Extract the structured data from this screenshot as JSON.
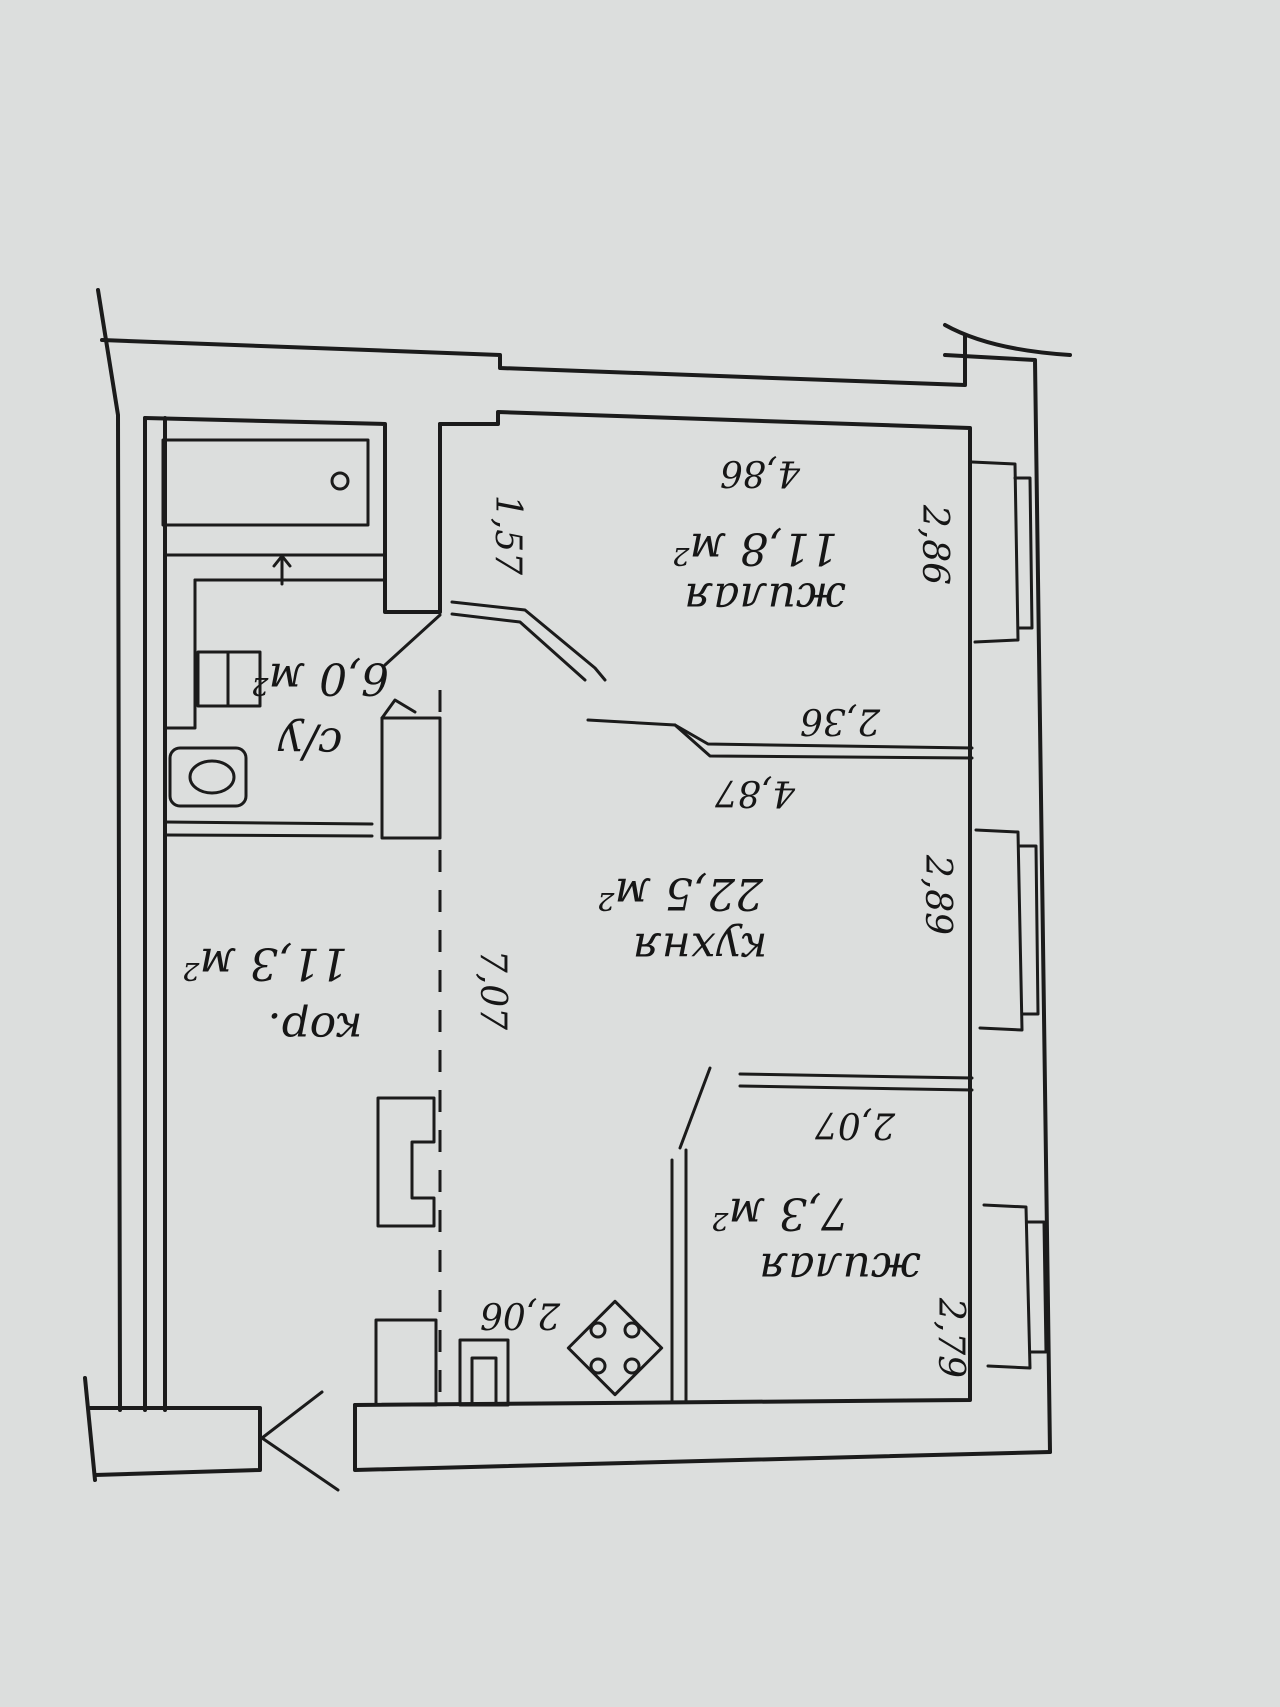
{
  "rooms": {
    "bedroom_top": {
      "name": "жилая",
      "area": "11,8 м²"
    },
    "kitchen": {
      "name": "кухня",
      "area": "22,5 м²"
    },
    "bedroom_bottom": {
      "name": "жилая",
      "area": "7,3 м²"
    },
    "bathroom": {
      "name": "с/у",
      "area": "6,0 м²"
    },
    "corridor": {
      "name": "кор.",
      "area": "11,3 м²"
    }
  },
  "dimensions": {
    "top_width": "4,86",
    "top_height": "2,86",
    "top_wall_short": "1,57",
    "top_partition": "2,36",
    "kitchen_width": "4,87",
    "kitchen_height": "2,89",
    "middle_length": "7,07",
    "bottom_partition": "2,07",
    "bottom_height": "2,79",
    "bottom_kitchen": "2,06"
  },
  "orientation": "rotated-180"
}
